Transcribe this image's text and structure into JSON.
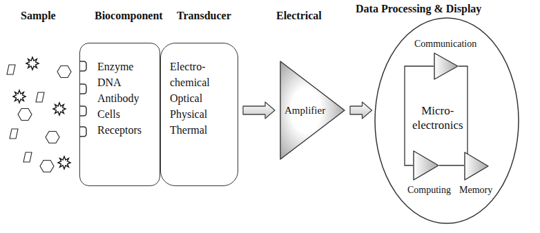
{
  "diagram": {
    "nodes": [
      {
        "text": [
          "Biocomponent",
          "Enzyme DNA Antibody Cells Receptors"
        ]
      },
      {
        "text": [
          "Transducer",
          "Electro- chemical Optical Physical Thermal"
        ]
      },
      {
        "text": [
          "Electrical",
          "Amplifier"
        ]
      },
      {
        "text": [
          "Data Processing & Display"
        ]
      },
      {
        "text": [
          "Communication"
        ],
        "in": 3
      },
      {
        "text": [
          "Computing"
        ],
        "in": 3
      },
      {
        "text": [
          "Memory"
        ],
        "in": 3
      }
    ],
    "edges": [
      {
        "from": 1,
        "to": 2,
        "arrow": "to"
      },
      {
        "from": 2,
        "to": 3,
        "arrow": "to"
      },
      {
        "from": 4,
        "to": 5,
        "arrow": "none"
      },
      {
        "from": 4,
        "to": 6,
        "arrow": "none"
      },
      {
        "from": 5,
        "to": 6,
        "arrow": "none"
      }
    ],
    "labels": [
      "Sample",
      "Micro- electronics"
    ]
  }
}
